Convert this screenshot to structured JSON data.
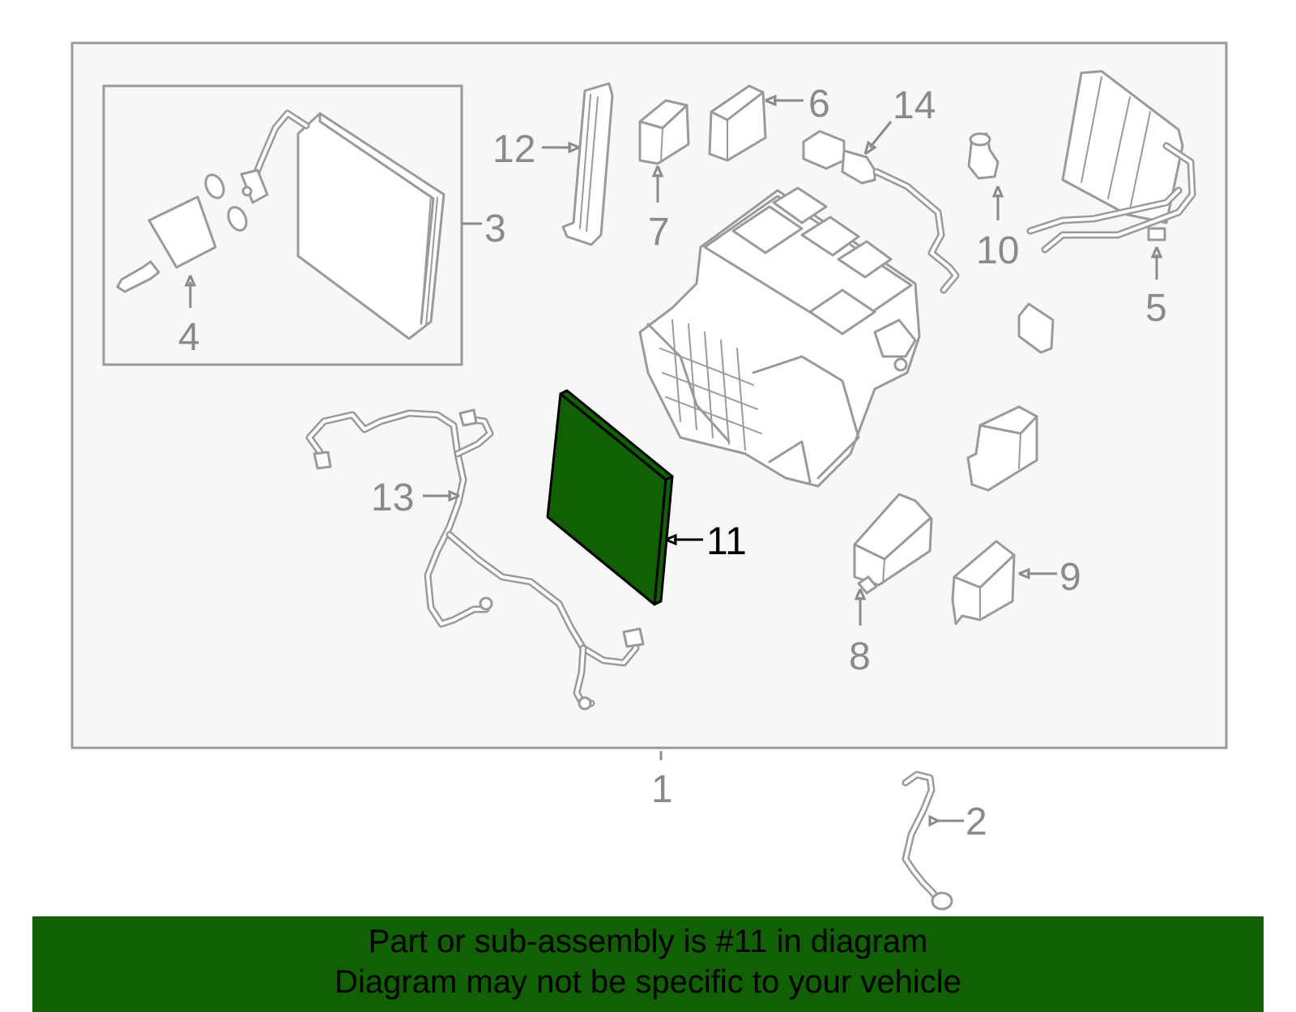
{
  "callouts": {
    "c1": "1",
    "c2": "2",
    "c3": "3",
    "c4": "4",
    "c5": "5",
    "c6": "6",
    "c7": "7",
    "c8": "8",
    "c9": "9",
    "c10": "10",
    "c11": "11",
    "c12": "12",
    "c13": "13",
    "c14": "14"
  },
  "highlight_part": "11",
  "colors": {
    "highlight_fill": "#126004",
    "banner_bg": "#126004",
    "line_gray": "#9a9a9a",
    "panel_bg": "#f7f7f7"
  },
  "banner": {
    "line1": "Part or sub-assembly is #11 in diagram",
    "line2": "Diagram may not be specific to your vehicle"
  }
}
